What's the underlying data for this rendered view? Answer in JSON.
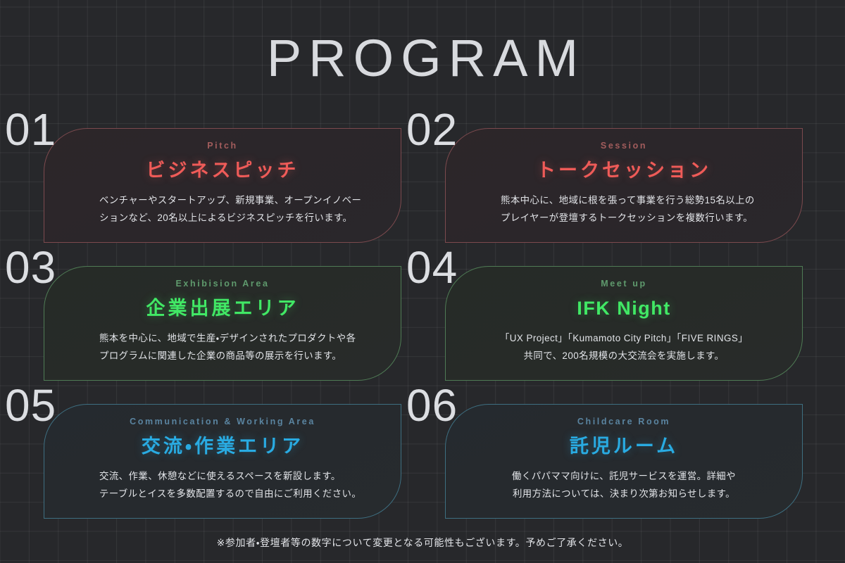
{
  "page": {
    "title": "PROGRAM",
    "background_color": "#27282b",
    "grid_line_color": "rgba(255,255,255,0.065)",
    "title_color": "#d8dade",
    "footnote": "※参加者・登壇者等の数字について変更となる可能性もございます。予めご了承ください。"
  },
  "accents": {
    "red": "#ef5b58",
    "green": "#41e865",
    "blue": "#29abe2"
  },
  "cards": [
    {
      "number": "01",
      "eyebrow": "Pitch",
      "heading": "ビジネスピッチ",
      "body_lines": [
        "ベンチャーやスタートアップ、新規事業、オープンイノベー",
        "ションなど、20名以上によるビジネスピッチを行います。"
      ],
      "body_align": "left",
      "accent": "#ef5b58",
      "theme": "red"
    },
    {
      "number": "02",
      "eyebrow": "Session",
      "heading": "トークセッション",
      "body_lines": [
        "熊本中心に、地域に根を張って事業を行う総勢15名以上の",
        "プレイヤーが登壇するトークセッションを複数行います。"
      ],
      "body_align": "left",
      "accent": "#ef5b58",
      "theme": "red"
    },
    {
      "number": "03",
      "eyebrow": "Exhibision Area",
      "heading": "企業出展エリア",
      "body_lines": [
        "熊本を中心に、地域で生産・デザインされたプロダクトや各",
        "プログラムに関連した企業の商品等の展示を行います。"
      ],
      "body_align": "left",
      "accent": "#41e865",
      "theme": "green"
    },
    {
      "number": "04",
      "eyebrow": "Meet up",
      "heading": "IFK Night",
      "body_lines": [
        "「UX Project」「Kumamoto City Pitch」「FIVE RINGS」",
        "共同で、200名規模の大交流会を実施します。"
      ],
      "body_align": "center",
      "accent": "#41e865",
      "theme": "green"
    },
    {
      "number": "05",
      "eyebrow": "Communication & Working Area",
      "heading": "交流・作業エリア",
      "body_lines": [
        "交流、作業、休憩などに使えるスペースを新設します。",
        "テーブルとイスを多数配置するので自由にご利用ください。"
      ],
      "body_align": "left",
      "accent": "#29abe2",
      "theme": "blue"
    },
    {
      "number": "06",
      "eyebrow": "Childcare Room",
      "heading": "託児ルーム",
      "body_lines": [
        "働くパパママ向けに、託児サービスを運営。詳細や",
        "利用方法については、決まり次第お知らせします。"
      ],
      "body_align": "center",
      "accent": "#29abe2",
      "theme": "blue"
    }
  ]
}
